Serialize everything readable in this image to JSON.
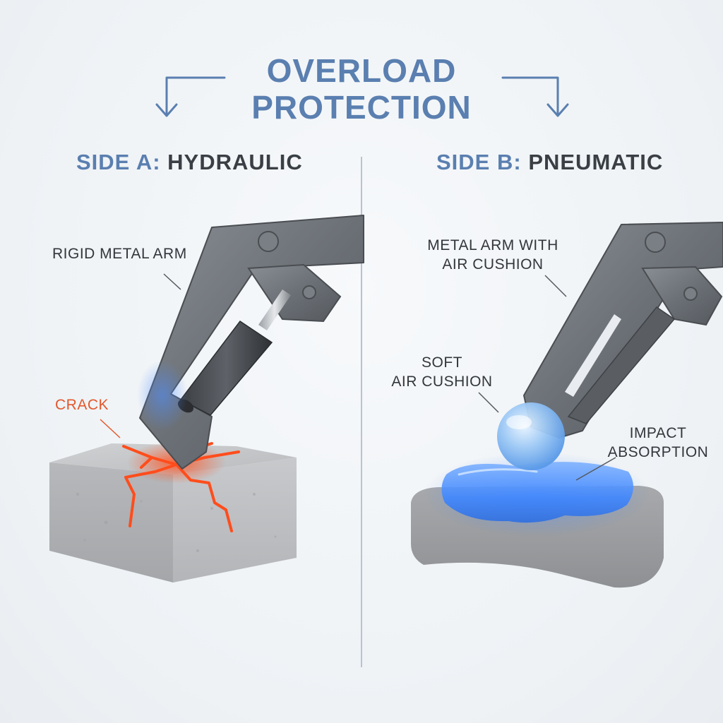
{
  "title": {
    "line1": "OVERLOAD",
    "line2": "PROTECTION"
  },
  "side_a": {
    "prefix": "SIDE A:",
    "name": "HYDRAULIC",
    "arm_label": "RIGID METAL ARM",
    "crack_label": "CRACK"
  },
  "side_b": {
    "prefix": "SIDE B:",
    "name": "PNEUMATIC",
    "arm_label_line1": "METAL ARM WITH",
    "arm_label_line2": "AIR CUSHION",
    "cushion_label_line1": "SOFT",
    "cushion_label_line2": "AIR CUSHION",
    "impact_label_line1": "IMPACT",
    "impact_label_line2": "ABSORPTION"
  },
  "colors": {
    "accent_blue": "#5a7fb0",
    "crack_red": "#e2582c",
    "glow_blue": "#3f8cff",
    "metal": "#6e7378"
  }
}
